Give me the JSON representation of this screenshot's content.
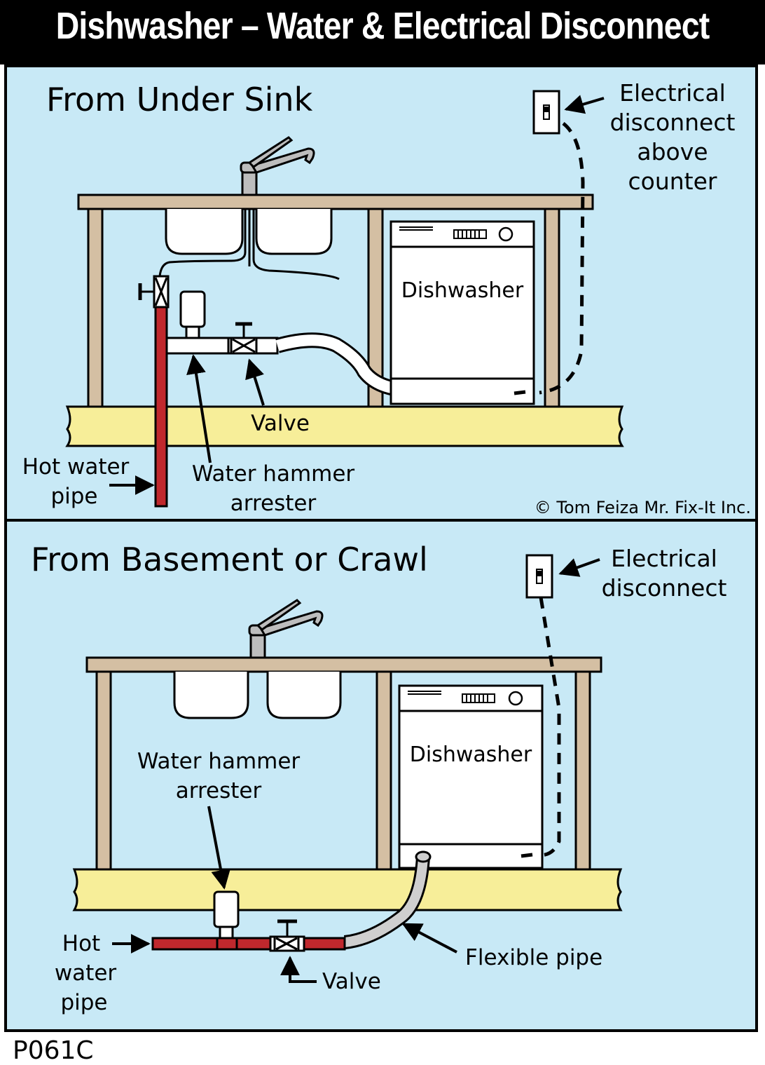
{
  "title": "Dishwasher – Water & Electrical Disconnect",
  "top_panel": {
    "heading": "From Under Sink",
    "dishwasher": "Dishwasher",
    "electrical": [
      "Electrical",
      "disconnect",
      "above",
      "counter"
    ],
    "valve": "Valve",
    "hot_water_pipe": [
      "Hot water",
      "pipe"
    ],
    "arrester": [
      "Water hammer",
      "arrester"
    ],
    "copyright": "© Tom Feiza Mr. Fix-It Inc."
  },
  "bottom_panel": {
    "heading": "From Basement or Crawl",
    "dishwasher": "Dishwasher",
    "electrical": [
      "Electrical",
      "disconnect"
    ],
    "arrester": [
      "Water hammer",
      "arrester"
    ],
    "hot_water_pipe": [
      "Hot",
      "water",
      "pipe"
    ],
    "valve": "Valve",
    "flexible_pipe": "Flexible pipe"
  },
  "code": "P061C",
  "colors": {
    "panel_bg": "#c8e9f6",
    "hot_pipe": "#c0282d",
    "floor": "#f7ee99",
    "counter": "#d4bfa3",
    "hose": "#cfcfcf"
  }
}
